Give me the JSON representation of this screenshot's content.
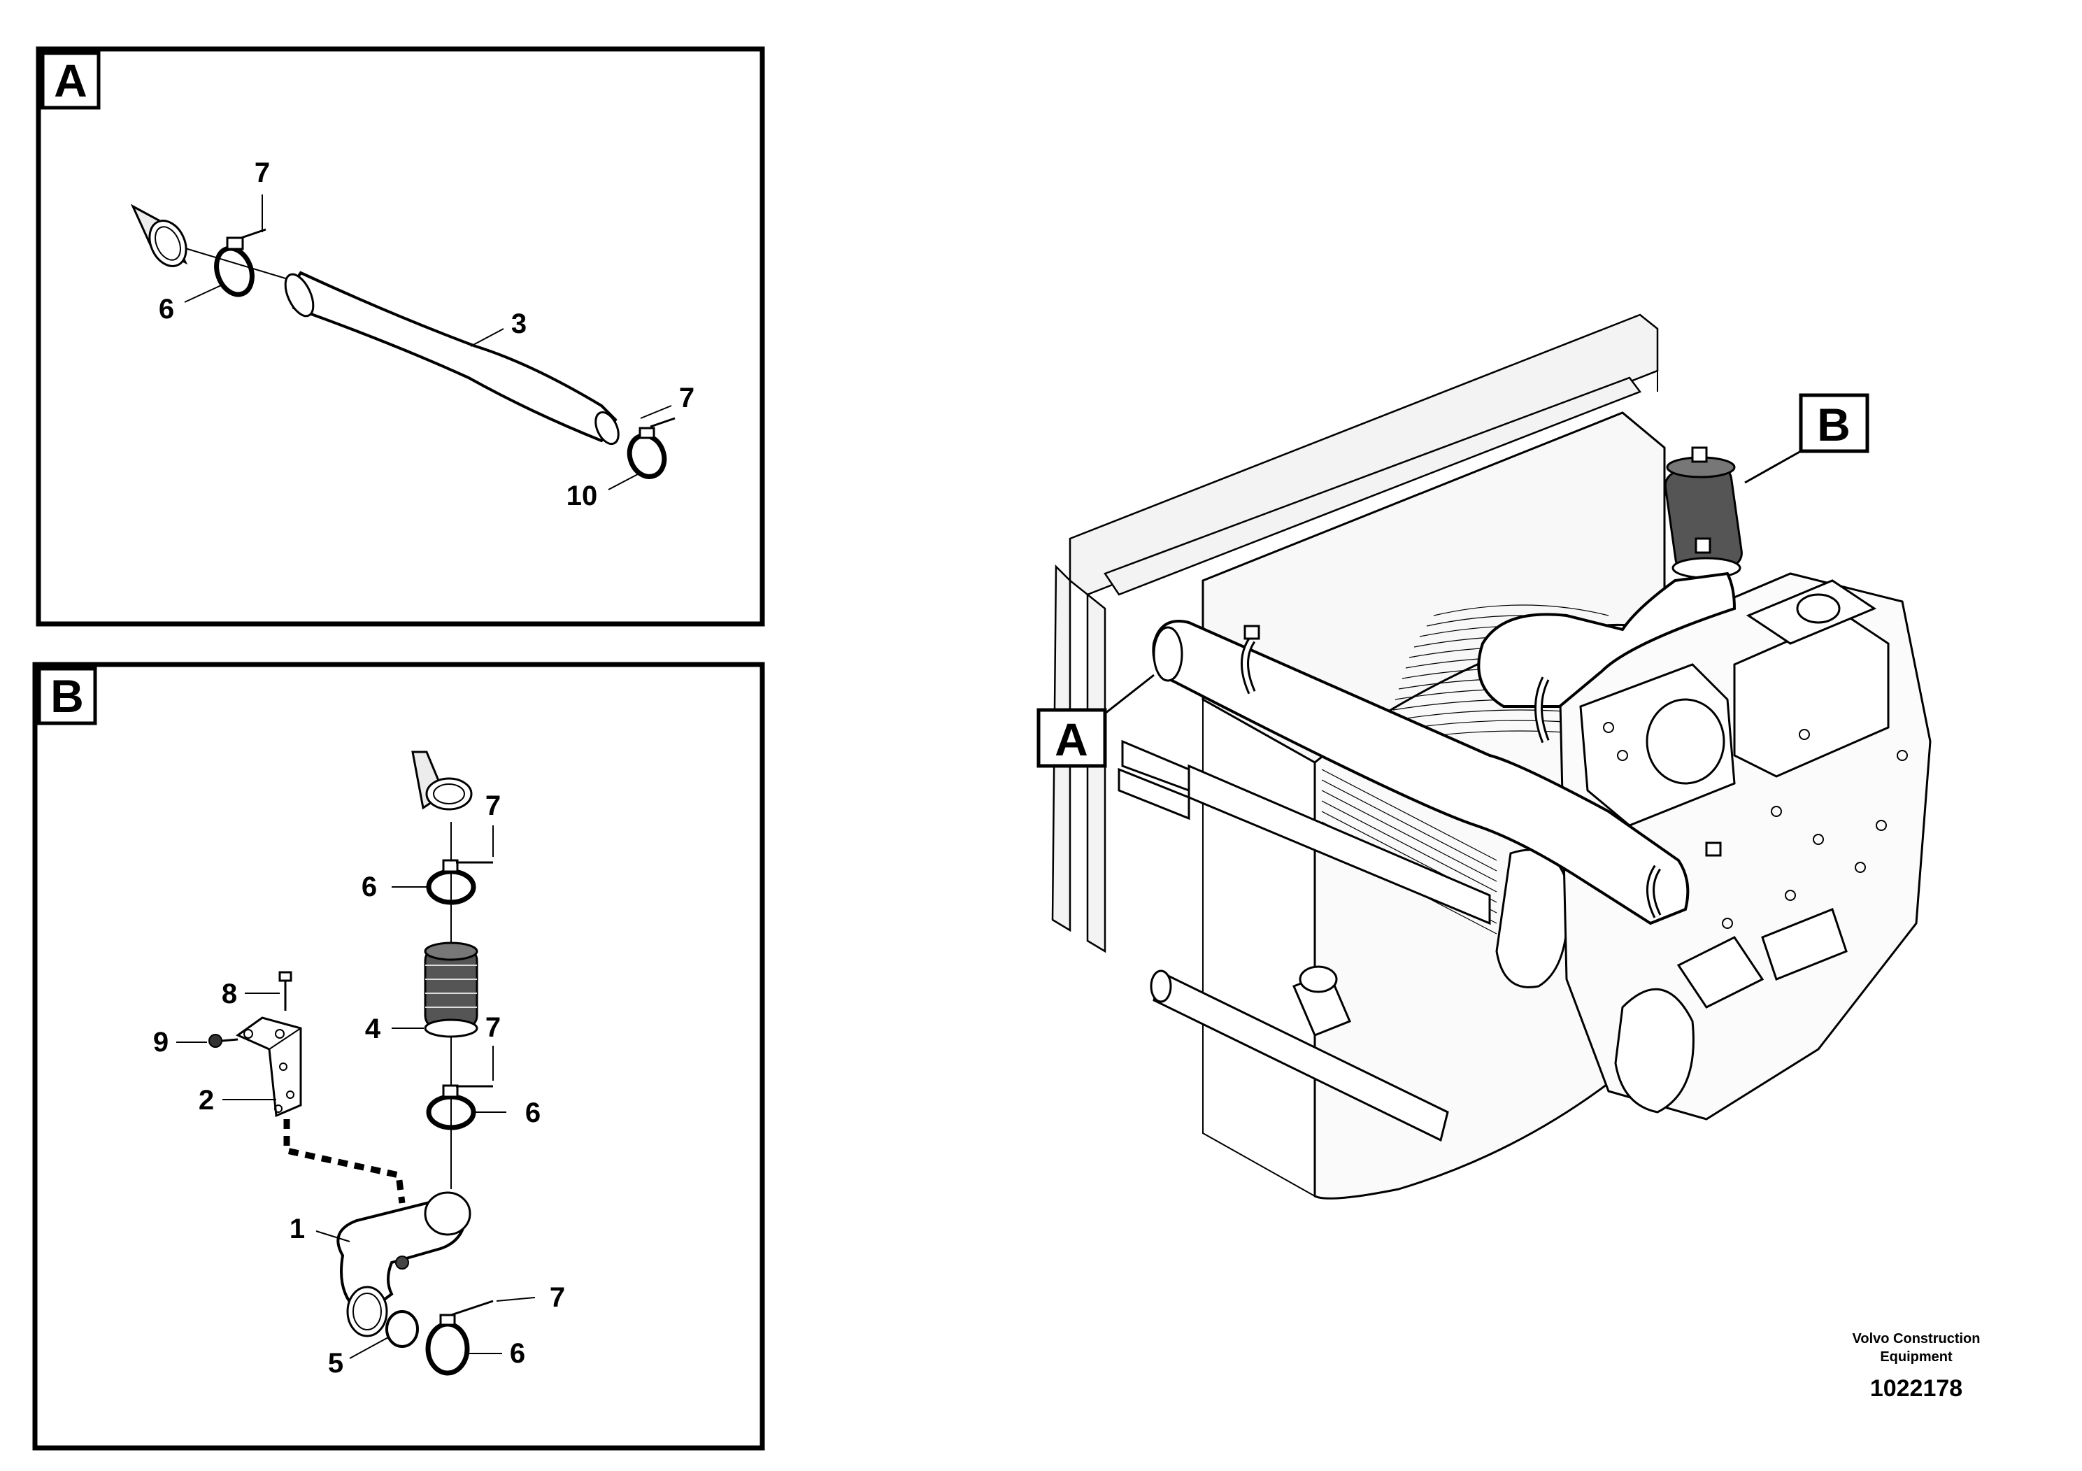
{
  "panels": {
    "a": {
      "label": "A"
    },
    "b": {
      "label": "B"
    }
  },
  "panel_a_callouts": {
    "c7a": "7",
    "c6": "6",
    "c3": "3",
    "c7b": "7",
    "c10": "10"
  },
  "panel_b_callouts": {
    "c7a": "7",
    "c6a": "6",
    "c8": "8",
    "c4": "4",
    "c7b": "7",
    "c9": "9",
    "c2": "2",
    "c6b": "6",
    "c1": "1",
    "c7c": "7",
    "c5": "5",
    "c6c": "6"
  },
  "overview": {
    "label_a": "A",
    "label_b": "B"
  },
  "footer": {
    "brand_line1": "Volvo Construction",
    "brand_line2": "Equipment",
    "part_number": "1022178"
  }
}
